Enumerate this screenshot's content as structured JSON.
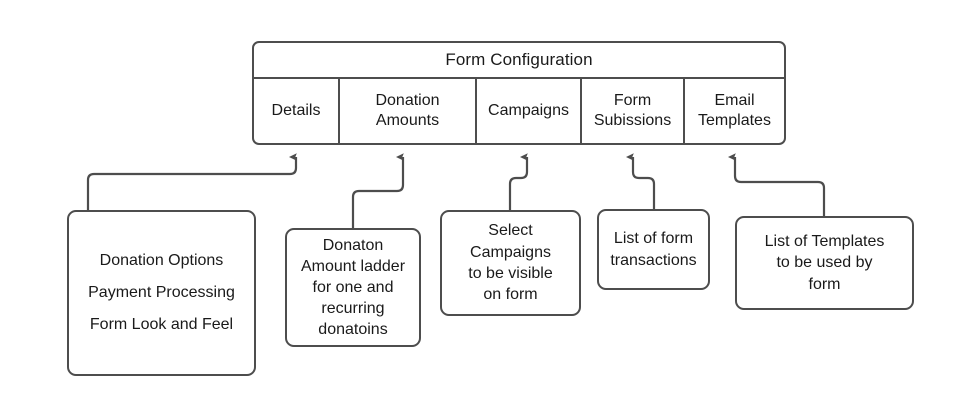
{
  "diagram": {
    "title_node": {
      "header": "Form Configuration",
      "columns": [
        {
          "label": "Details"
        },
        {
          "label": "Donation Amounts"
        },
        {
          "label": "Campaigns"
        },
        {
          "label": "Form Subissions"
        },
        {
          "label": "Email Templates"
        }
      ]
    },
    "leaves": [
      {
        "lines": [
          "Donation Options",
          "Payment Processing",
          "Form Look and Feel"
        ]
      },
      {
        "lines": [
          "Donaton",
          "Amount ladder",
          "for one and",
          "recurring",
          "donatoins"
        ]
      },
      {
        "lines": [
          "Select",
          "Campaigns",
          "to be visible",
          "on form"
        ]
      },
      {
        "lines": [
          "List of form",
          "transactions"
        ]
      },
      {
        "lines": [
          "List of Templates",
          "to be used by",
          "form"
        ]
      }
    ],
    "connectors": [
      {
        "from": "leaf-0",
        "to": "column-details"
      },
      {
        "from": "leaf-1",
        "to": "column-donation-amounts"
      },
      {
        "from": "leaf-2",
        "to": "column-campaigns"
      },
      {
        "from": "leaf-3",
        "to": "column-form-subissions"
      },
      {
        "from": "leaf-4",
        "to": "column-email-templates"
      }
    ],
    "colors": {
      "stroke": "#4d4d4d",
      "text": "#1a1a1a",
      "background": "#ffffff"
    }
  }
}
